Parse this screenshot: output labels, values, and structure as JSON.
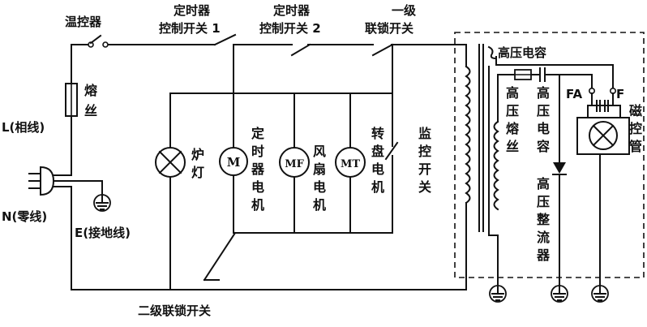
{
  "labels": {
    "thermostat": "温控器",
    "timer_switch_1": [
      "定时器",
      "控制开关 1"
    ],
    "timer_switch_2": [
      "定时器",
      "控制开关 2"
    ],
    "primary_interlock": [
      "一级",
      "联锁开关"
    ],
    "fuse": [
      "熔",
      "丝"
    ],
    "live": "L(相线)",
    "neutral": "N(零线)",
    "ground": "E(接地线)",
    "lamp": [
      "炉",
      "灯"
    ],
    "timer_motor": [
      "定",
      "时",
      "器",
      "电",
      "机"
    ],
    "fan_motor": [
      "风",
      "扇",
      "电",
      "机"
    ],
    "turntable_motor": [
      "转",
      "盘",
      "电",
      "机"
    ],
    "monitor_switch": [
      "监",
      "控",
      "开",
      "关"
    ],
    "secondary_interlock": "二级联锁开关",
    "hv_capacitor_top": "高压电容",
    "hv_fuse": [
      "高",
      "压",
      "熔",
      "丝"
    ],
    "hv_capacitor": [
      "高",
      "压",
      "电",
      "容"
    ],
    "hv_rectifier": [
      "高",
      "压",
      "整",
      "流",
      "器"
    ],
    "magnetron": [
      "磁",
      "控",
      "管"
    ],
    "terminal_fa": "FA",
    "terminal_f": "F"
  },
  "components": {
    "timer_motor_symbol": "M",
    "fan_motor_symbol": "MF",
    "turntable_motor_symbol": "MT"
  }
}
